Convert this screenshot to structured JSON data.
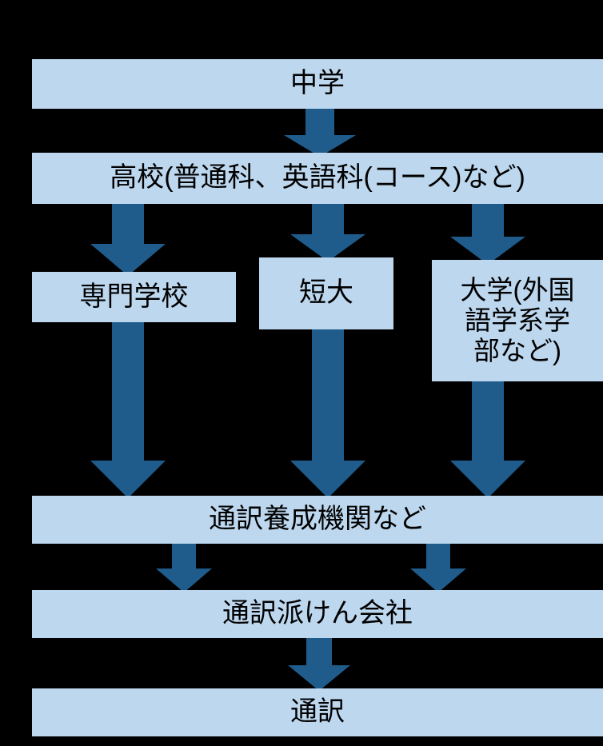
{
  "diagram": {
    "title": "Interpreter career path flowchart",
    "colors": {
      "background": "#000000",
      "node_fill": "#bdd7ee",
      "node_text": "#000000",
      "arrow_fill": "#1f5c8b"
    },
    "nodes": [
      {
        "id": "chugaku",
        "label": "中学"
      },
      {
        "id": "koukou",
        "label": "高校(普通科、英語科(コース)など)"
      },
      {
        "id": "senmon",
        "label": "専門学校"
      },
      {
        "id": "tandai",
        "label": "短大"
      },
      {
        "id": "daigaku",
        "label": "大学(外国\n語学系学\n部など)"
      },
      {
        "id": "youseikikan",
        "label": "通訳養成機関など"
      },
      {
        "id": "hakenkaisha",
        "label": "通訳派けん会社"
      },
      {
        "id": "tsuuyaku",
        "label": "通訳"
      }
    ],
    "edges": [
      {
        "id": "chugaku-koukou",
        "from": "中学",
        "to": "高校(普通科、英語科(コース)など)"
      },
      {
        "id": "koukou-senmon",
        "from": "高校(普通科、英語科(コース)など)",
        "to": "専門学校"
      },
      {
        "id": "koukou-tandai",
        "from": "高校(普通科、英語科(コース)など)",
        "to": "短大"
      },
      {
        "id": "koukou-daigaku",
        "from": "高校(普通科、英語科(コース)など)",
        "to": "大学(外国語学系学部など)"
      },
      {
        "id": "senmon-yousei",
        "from": "専門学校",
        "to": "通訳養成機関など"
      },
      {
        "id": "tandai-yousei",
        "from": "短大",
        "to": "通訳養成機関など"
      },
      {
        "id": "daigaku-yousei",
        "from": "大学(外国語学系学部など)",
        "to": "通訳養成機関など"
      },
      {
        "id": "yousei-haken-l",
        "from": "通訳養成機関など",
        "to": "通訳派けん会社"
      },
      {
        "id": "yousei-haken-r",
        "from": "通訳養成機関など",
        "to": "通訳派けん会社"
      },
      {
        "id": "haken-tsuuyaku",
        "from": "通訳派けん会社",
        "to": "通訳"
      }
    ]
  }
}
